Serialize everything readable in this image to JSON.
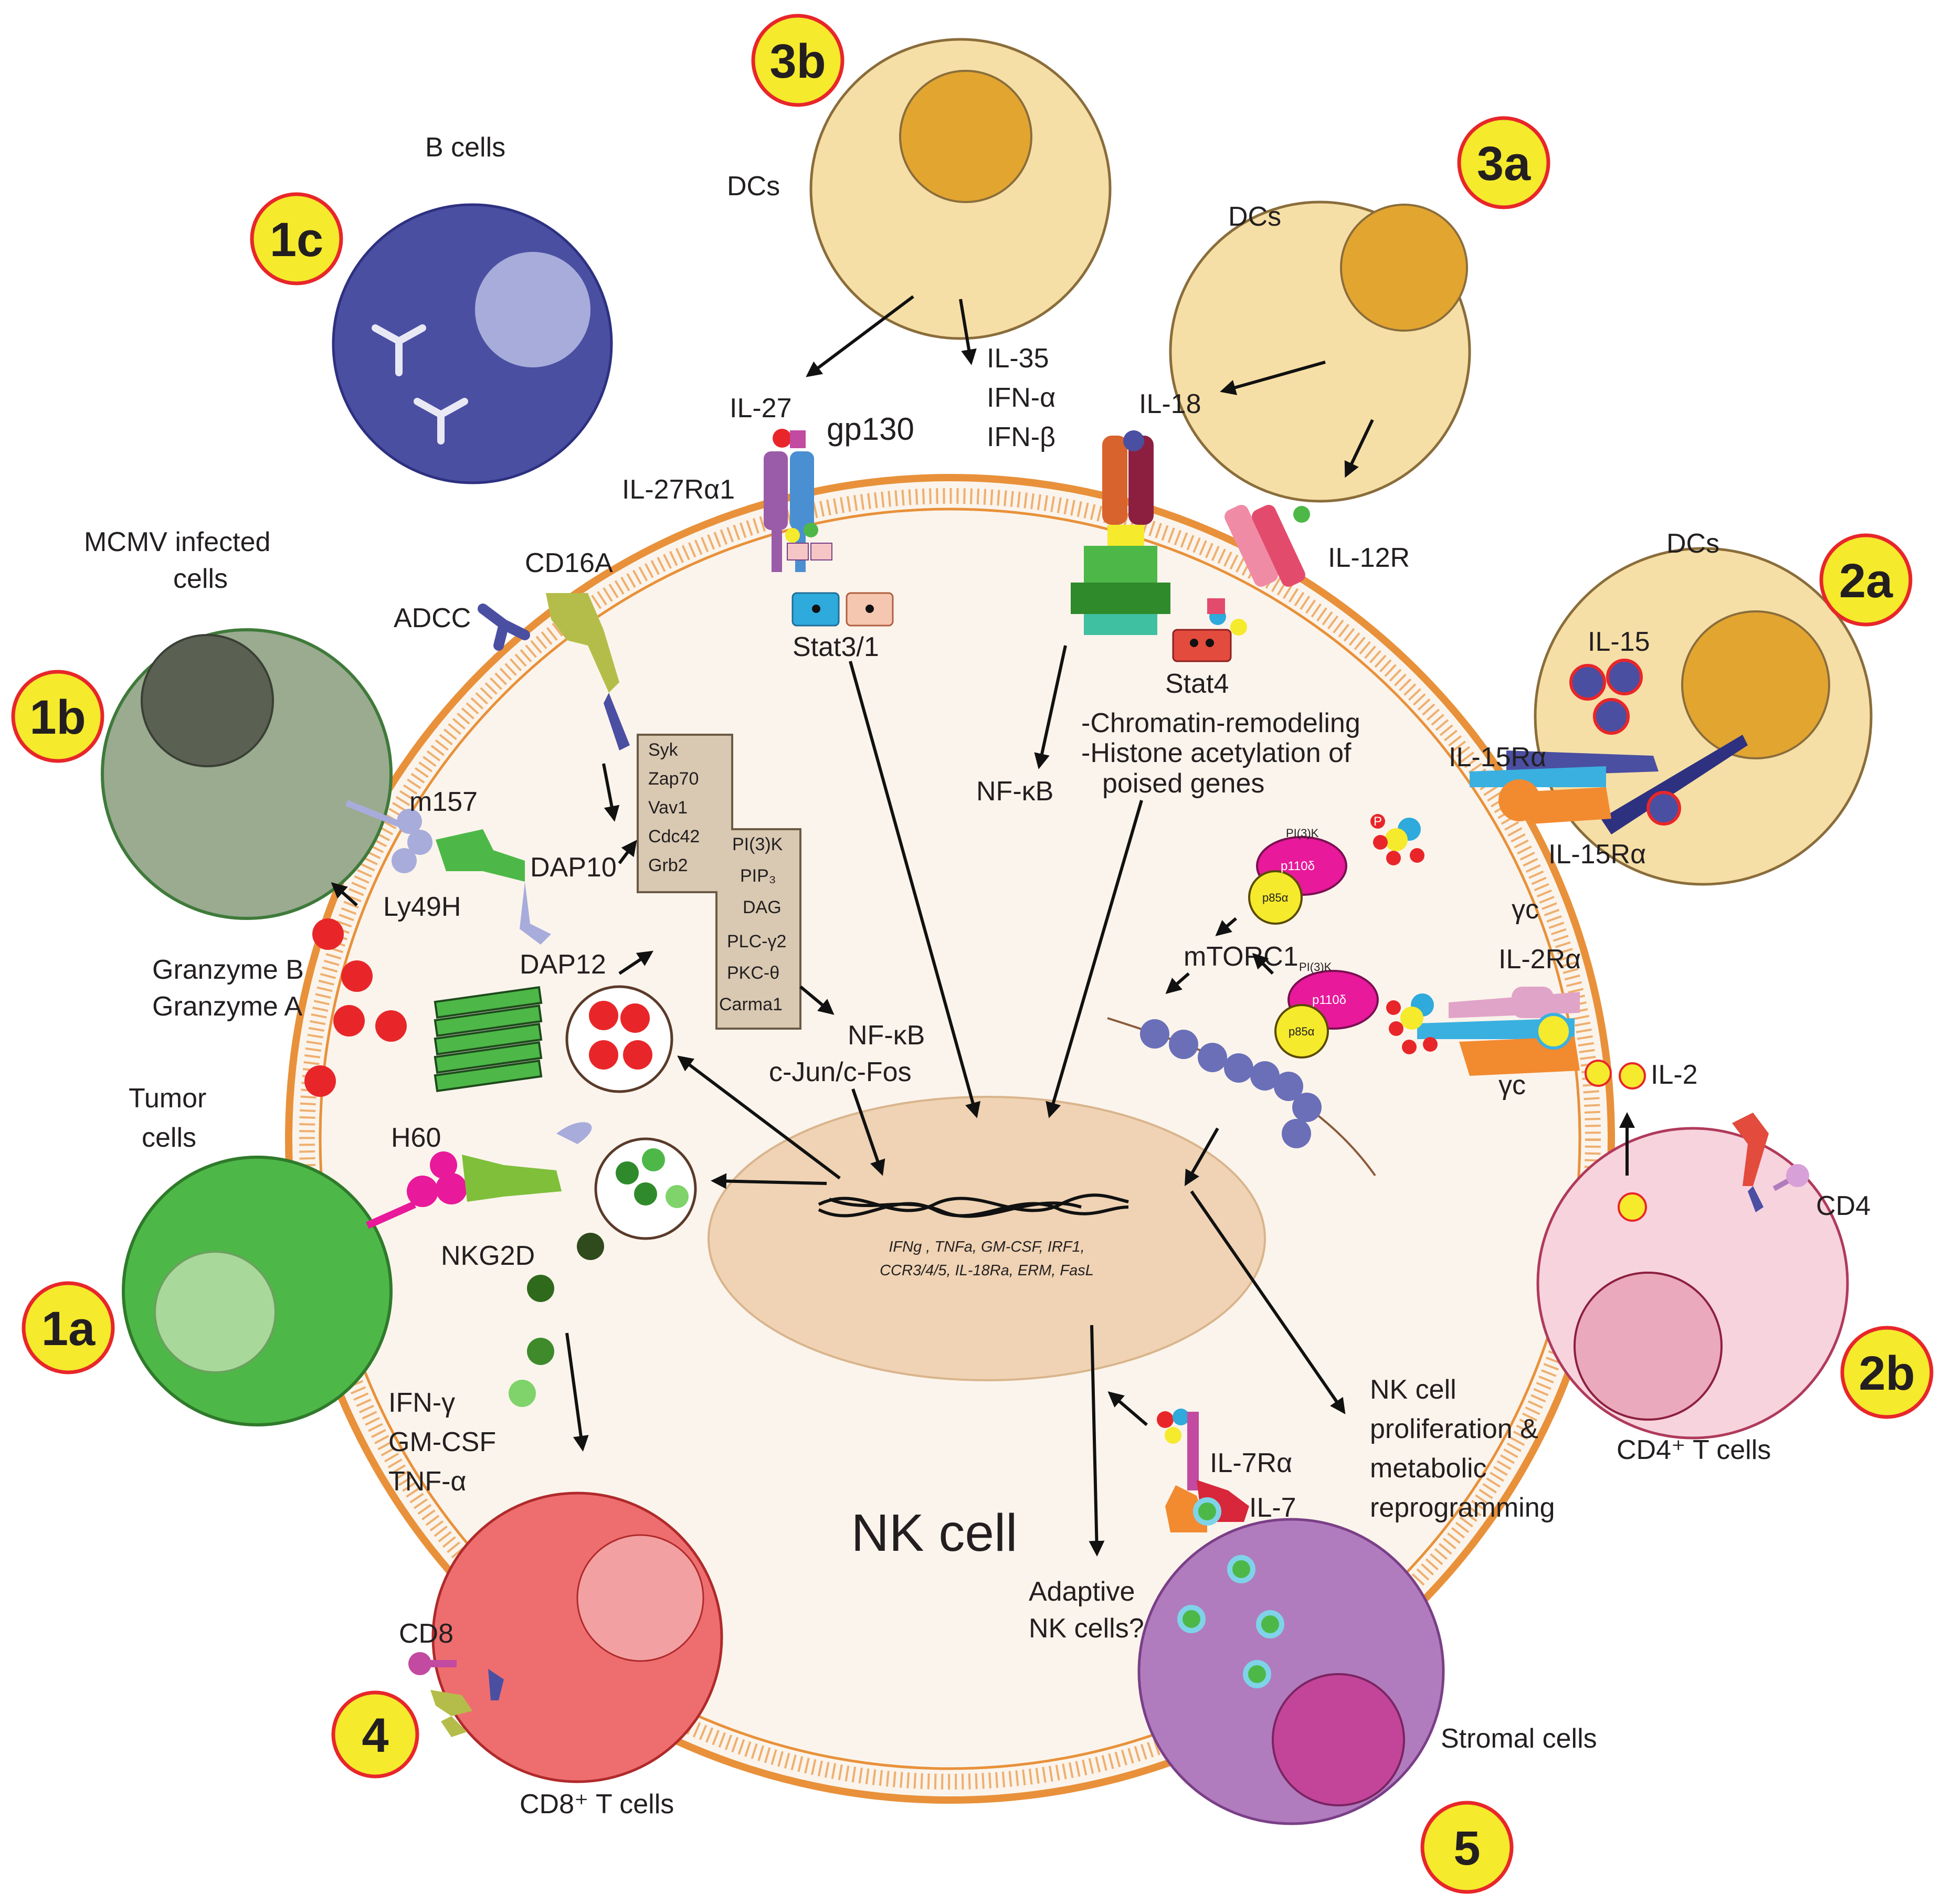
{
  "title": "NK cell",
  "badges": [
    "3b",
    "3a",
    "1c",
    "2a",
    "1b",
    "1a",
    "2b",
    "4",
    "5"
  ],
  "cells": {
    "b_cells": "B cells",
    "dcs_3b": "DCs",
    "dcs_3a": "DCs",
    "dcs_2a": "DCs",
    "mcmv_line1": "MCMV infected",
    "mcmv_line2": "cells",
    "tumor_line1": "Tumor",
    "tumor_line2": "cells",
    "cd4_t": "CD4⁺ T cells",
    "cd8_t": "CD8⁺ T cells",
    "stromal": "Stromal cells"
  },
  "molecules": {
    "il27": "IL-27",
    "gp130": "gp130",
    "il27ra1": "IL-27Rα1",
    "il35": "IL-35",
    "ifna": "IFN-α",
    "ifnb": "IFN-β",
    "il18": "IL-18",
    "il12r": "IL-12R",
    "stat31": "Stat3/1",
    "stat4": "Stat4",
    "nfkb_top": "NF-κB",
    "il15": "IL-15",
    "il15ra_top": "IL-15Rα",
    "il15ra_bottom": "IL-15Rα",
    "gamma_c_top": "γc",
    "gamma_c_bottom": "γc",
    "il2ra": "IL-2Rα",
    "il2": "IL-2",
    "cd4": "CD4",
    "mtorc1": "mTORC1",
    "cd16a": "CD16A",
    "adcc": "ADCC",
    "m157": "m157",
    "ly49h": "Ly49H",
    "dap10": "DAP10",
    "dap12": "DAP12",
    "granzyme_b": "Granzyme B",
    "granzyme_a": "Granzyme A",
    "h60": "H60",
    "nkg2d": "NKG2D",
    "ifng": "IFN-γ",
    "gmcsf": "GM-CSF",
    "tnfa": "TNF-α",
    "cd8": "CD8",
    "il7ra": "IL-7Rα",
    "il7": "IL-7",
    "nfkb_mid": "NF-κB",
    "cjun": "c-Jun/c-Fos"
  },
  "signaling_box": {
    "col1": [
      "Syk",
      "Zap70",
      "Vav1",
      "Cdc42",
      "Grb2"
    ],
    "col2": [
      "PI(3)K",
      "PIP₃",
      "DAG",
      "PLC-γ2",
      "PKC-θ",
      "Carma1"
    ]
  },
  "pi3k": {
    "label": "PI(3)K",
    "p110": "p110δ",
    "p85": "p85α"
  },
  "p_label": "P",
  "chromatin_notes": [
    "-Chromatin-remodeling",
    "-Histone acetylation of",
    "poised genes"
  ],
  "genes": [
    "IFNg , TNFa, GM-CSF, IRF1,",
    "CCR3/4/5, IL-18Ra, ERM, FasL"
  ],
  "outcomes": {
    "adaptive_line1": "Adaptive",
    "adaptive_line2": "NK cells?",
    "prolif_line1": "NK cell",
    "prolif_line2": "proliferation &",
    "prolif_line3": "metabolic",
    "prolif_line4": "reprogramming"
  },
  "colors": {
    "badge_fill": "#f5ea2c",
    "badge_ring": "#e8262a",
    "nk_membrane": "#e8913a",
    "nk_fill": "#fbf4ec",
    "nucleus": "#efd3b4",
    "dc_fill": "#f6dfa6",
    "dc_nucleus": "#e2a530",
    "b_cell": "#4a4fa2",
    "mcmv_cell": "#9aab90",
    "tumor_cell": "#4db848",
    "cd4_cell": "#f7d3de",
    "cd8_cell": "#ee6e6f",
    "stromal_cell": "#b07cbd",
    "granzyme": "#e8262a"
  }
}
